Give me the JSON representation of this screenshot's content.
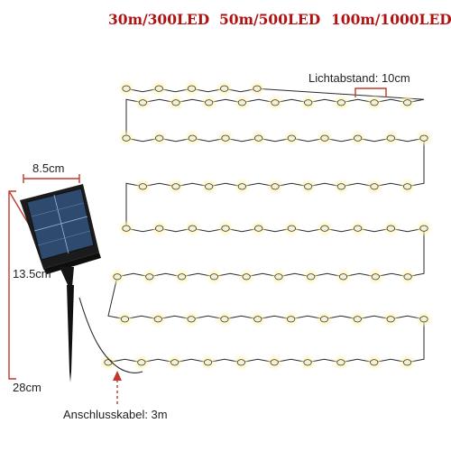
{
  "product_variants": [
    {
      "label": "30m/300LED"
    },
    {
      "label": "50m/500LED"
    },
    {
      "label": "100m/1000LED"
    }
  ],
  "annotations": {
    "light_spacing": "Lichtabstand: 10cm",
    "panel_width": "8.5cm",
    "panel_height": "13.5cm",
    "stake_height": "28cm",
    "connection_cable": "Anschlusskabel: 3m"
  },
  "colors": {
    "variant_text": "#b01212",
    "dimension_lines": "#c0392b",
    "led_glow": "#fff3b0",
    "led_bulb": "#f3f0d8",
    "wire": "#2a2a2a",
    "panel_cells": "#2e4a6e"
  }
}
